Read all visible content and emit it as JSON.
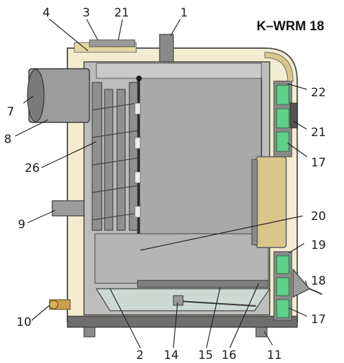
{
  "title": "K–WRM 18",
  "callouts": [
    "4",
    "3",
    "21",
    "1",
    "7",
    "8",
    "22",
    "21",
    "26",
    "17",
    "9",
    "20",
    "19",
    "18",
    "10",
    "17",
    "2",
    "14",
    "15",
    "16",
    "11"
  ],
  "colors": {
    "casing_fill": "#f4ecd0",
    "casing_line": "#5a5a5a",
    "water_jacket": "#bdbdbd",
    "chamber": "#a9a9a9",
    "insulation": "#d9c68a",
    "glass": "#5fcf8a",
    "base": "#6e6e6e",
    "text": "#1a1a1a"
  }
}
